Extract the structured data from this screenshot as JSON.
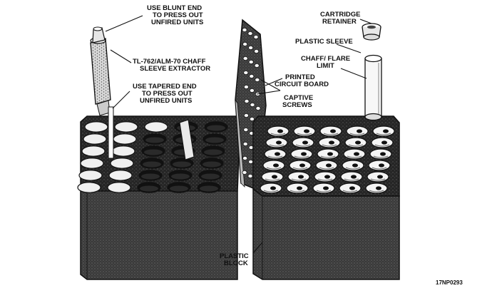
{
  "labels": {
    "blunt_end": [
      "USE BLUNT END",
      "TO PRESS OUT",
      "UNFIRED UNITS"
    ],
    "extractor": [
      "TL-762/ALM-70 CHAFF",
      "SLEEVE EXTRACTOR"
    ],
    "tapered_end": [
      "USE TAPERED END",
      "TO PRESS OUT",
      "UNFIRED UNITS"
    ],
    "cartridge_retainer": [
      "CARTRIDGE",
      "RETAINER"
    ],
    "plastic_sleeve": [
      "PLASTIC SLEEVE"
    ],
    "chaff_flare_limit": [
      "CHAFF/ FLARE",
      "LIMIT"
    ],
    "printed_circuit_board": [
      "PRINTED",
      "CIRCUIT BOARD"
    ],
    "captive_screws": [
      "CAPTIVE",
      "SCREWS"
    ],
    "plastic_block": [
      "PLASTIC",
      "BLOCK"
    ],
    "figure_id": "17NP0293"
  },
  "colors": {
    "block_dark": "#2c2c2c",
    "block_mid": "#4a4a4a",
    "hole_light": "#f2f2f2",
    "ink": "#111111"
  }
}
